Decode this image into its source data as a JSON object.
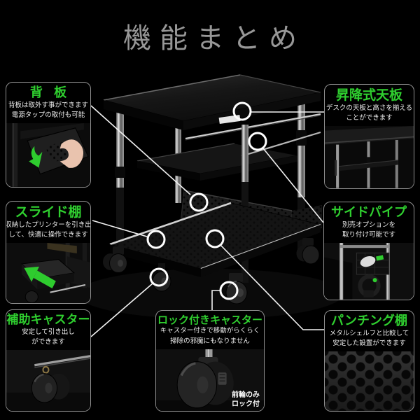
{
  "header": {
    "title": "機能まとめ"
  },
  "colors": {
    "background": "#000000",
    "accent_green": "#2fcf2f",
    "title_gray": "#979797",
    "text_white": "#ededed",
    "callout_border": "#8f8f8f",
    "marker_ring": "#ffffff"
  },
  "callouts": {
    "back_panel": {
      "title": "背 板",
      "desc_line1": "背板は取外す事ができます",
      "desc_line2": "電源タップの取付も可能"
    },
    "lift_top": {
      "title": "昇降式天板",
      "desc_line1": "デスクの天板と高さを揃える",
      "desc_line2": "ことができます"
    },
    "slide_shelf": {
      "title": "スライド棚",
      "desc_line1": "収納したプリンターを引き出",
      "desc_line2": "して、快適に操作できます"
    },
    "side_pipe": {
      "title": "サイドパイプ",
      "desc_line1": "別売オプションを",
      "desc_line2": "取り付け可能です"
    },
    "aux_caster": {
      "title": "補助キャスター",
      "desc_line1": "安定して引き出し",
      "desc_line2": "ができます"
    },
    "lock_caster": {
      "title": "ロック付きキャスター",
      "desc_line1": "キャスター付きで移動がらくらく",
      "desc_line2": "掃除の邪魔にもなりません",
      "photo_note_line1": "前輪のみ",
      "photo_note_line2": "ロック付"
    },
    "punched_shelf": {
      "title": "パンチング棚",
      "desc_line1": "メタルシェルフと比較して",
      "desc_line2": "安定した設置ができます"
    }
  }
}
